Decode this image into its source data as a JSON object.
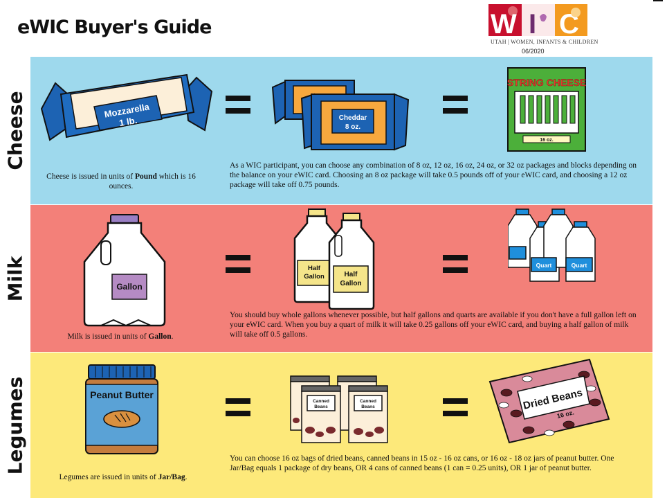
{
  "header": {
    "title": "eWIC Buyer's Guide",
    "logo": {
      "letters": "WIC",
      "subtitle": "UTAH | WOMEN, INFANTS & CHILDREN",
      "date": "06/2020"
    }
  },
  "sections": {
    "cheese": {
      "label": "Cheese",
      "unit_caption_pre": "Cheese is issued in units of",
      "unit_word": "Pound",
      "unit_caption_post": "which is 16 ounces.",
      "items": {
        "mozzarella": "Mozzarella",
        "mozzarella_size": "1 lb.",
        "cheddar": "Cheddar",
        "cheddar_size": "8 oz.",
        "string_cheese": "STRING CHEESE",
        "string_size": "16 oz."
      },
      "description": "As a WIC participant, you can choose any combination of 8 oz, 12 oz, 16 oz, 24 oz, or 32 oz  packages and blocks depending on the balance on your eWIC card. Choosing an 8 oz package will take 0.5 pounds off of your eWIC card, and choosing a 12 oz package will take off 0.75 pounds."
    },
    "milk": {
      "label": "Milk",
      "unit_caption_pre": "Milk is issued in units of",
      "unit_word": "Gallon",
      "unit_caption_post": ".",
      "items": {
        "gallon": "Gallon",
        "half": "Half",
        "gallon2": "Gallon",
        "quart": "Quart"
      },
      "description": "You should buy whole gallons whenever possible, but half gallons and quarts are available if you don't have a full gallon left on your eWIC card. When you buy a quart of milk it will take 0.25 gallons off your eWIC card, and buying a half gallon of milk will take off 0.5 gallons."
    },
    "legumes": {
      "label": "Legumes",
      "unit_caption_pre": "Legumes are issued in units of",
      "unit_word": "Jar/Bag",
      "unit_caption_post": ".",
      "items": {
        "peanut": "Peanut Butter",
        "canned1": "Canned",
        "canned2": "Beans",
        "dried": "Dried Beans",
        "dried_size": "16 oz."
      },
      "description": "You can choose 16 oz bags of dried beans, canned beans in 15 oz - 16 oz cans, or 16 oz - 18 oz jars of peanut butter. One Jar/Bag equals 1 package of dry beans, OR 4 cans of canned beans (1 can = 0.25 units), OR 1 jar of peanut butter."
    }
  },
  "colors": {
    "cheese_band": "#9ed9ed",
    "milk_band": "#f38079",
    "legumes_band": "#fde97a",
    "wic_red": "#c8102e",
    "wic_purple": "#6d2c6e",
    "wic_orange": "#f39a1f"
  }
}
